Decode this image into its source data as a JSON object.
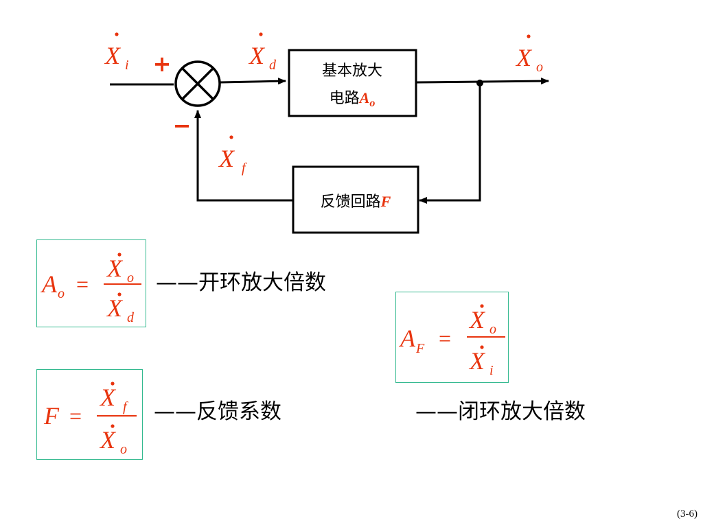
{
  "colors": {
    "math": "#e8340e",
    "box_border": "#33b98f",
    "lines": "#000000"
  },
  "diagram": {
    "signal_input": {
      "base": "X",
      "sub": "i"
    },
    "signal_difference": {
      "base": "X",
      "sub": "d"
    },
    "signal_output": {
      "base": "X",
      "sub": "o"
    },
    "signal_feedback": {
      "base": "X",
      "sub": "f"
    },
    "plus_sign": "+",
    "minus_sign": "−",
    "amplifier_block": {
      "line1": "基本放大",
      "line2": "电路",
      "symbol": "A",
      "symbol_sub": "o"
    },
    "feedback_block": {
      "label": "反馈回路",
      "symbol": "F"
    }
  },
  "formulas": {
    "open_loop": {
      "lhs": "A",
      "lhs_sub": "o",
      "equals": "=",
      "numerator": "X",
      "numerator_sub": "o",
      "denominator": "X",
      "denominator_sub": "d",
      "description": "——开环放大倍数"
    },
    "feedback": {
      "lhs": "F",
      "equals": "=",
      "numerator": "X",
      "numerator_sub": "f",
      "denominator": "X",
      "denominator_sub": "o",
      "description": "——反馈系数"
    },
    "closed_loop": {
      "lhs": "A",
      "lhs_sub": "F",
      "equals": "=",
      "numerator": "X",
      "numerator_sub": "o",
      "denominator": "X",
      "denominator_sub": "i",
      "description": "——闭环放大倍数"
    }
  },
  "page_number": "(3-6)"
}
